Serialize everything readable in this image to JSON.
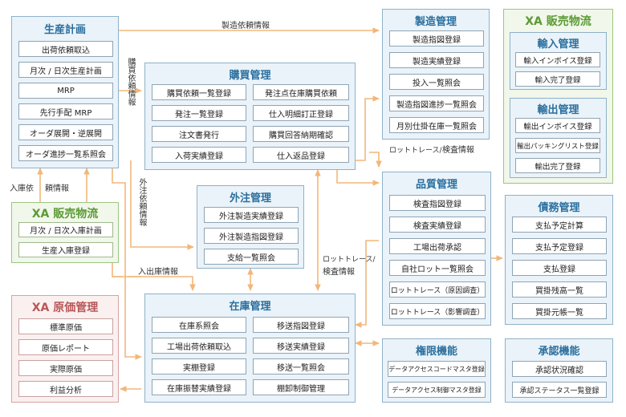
{
  "seisan": {
    "title": "生産計画",
    "items": [
      "出荷依頼取込",
      "月次 / 日次生産計画",
      "MRP",
      "先行手配 MRP",
      "オーダ展開・逆展開",
      "オーダ進捗一覧系照会"
    ]
  },
  "kobai": {
    "title": "購買管理",
    "left": [
      "購買依頼一覧登録",
      "発注一覧登録",
      "注文書発行",
      "入荷実績登録"
    ],
    "right": [
      "発注点在庫購買依頼",
      "仕入明細訂正登録",
      "購買回答納期確認",
      "仕入返品登録"
    ]
  },
  "seizo": {
    "title": "製造管理",
    "items": [
      "製造指図登録",
      "製造実績登録",
      "投入一覧照会",
      "製造指図進捗一覧照会",
      "月別仕掛在庫一覧照会"
    ]
  },
  "xa_sales": {
    "title": "XA 販売物流"
  },
  "yunyu": {
    "title": "輸入管理",
    "items": [
      "輸入インボイス登録",
      "輸入完了登録"
    ]
  },
  "yushutsu": {
    "title": "輸出管理",
    "items": [
      "輸出インボイス登録",
      "輸出パッキングリスト登録",
      "輸出完了登録"
    ]
  },
  "gaichu": {
    "title": "外注管理",
    "items": [
      "外注製造実績登録",
      "外注製造指図登録",
      "支給一覧照会"
    ]
  },
  "xa_butsuryu": {
    "title": "XA 販売物流",
    "items": [
      "月次 / 日次入庫計画",
      "生産入庫登録"
    ]
  },
  "hinshitsu": {
    "title": "品質管理",
    "items": [
      "検査指図登録",
      "検査実績登録",
      "工場出荷承認",
      "自社ロット一覧照会",
      "ロットトレース（原因調査）",
      "ロットトレース（影響調査）"
    ]
  },
  "saimu": {
    "title": "債務管理",
    "items": [
      "支払予定計算",
      "支払予定登録",
      "支払登録",
      "買掛残高一覧",
      "買掛元帳一覧"
    ]
  },
  "genka": {
    "title": "XA 原価管理",
    "items": [
      "標準原価",
      "原価レポート",
      "実際原価",
      "利益分析"
    ]
  },
  "zaiko": {
    "title": "在庫管理",
    "left": [
      "在庫系照会",
      "工場出荷依頼取込",
      "実棚登録",
      "在庫振替実績登録"
    ],
    "right": [
      "移送指図登録",
      "移送実績登録",
      "移送一覧照会",
      "棚卸制御管理"
    ]
  },
  "kengen": {
    "title": "権限機能",
    "items": [
      "データアクセスコードマスタ登録",
      "データアクセス制御マスタ登録"
    ]
  },
  "shonin": {
    "title": "承認機能",
    "items": [
      "承認状況確認",
      "承認ステータス一覧登録"
    ]
  },
  "labels": {
    "seizo_irai": "製造依頼情報",
    "kobai_irai": "購買依頼情報",
    "gaichu_irai": "外注依頼情報",
    "nyuko_irai_a": "入庫依",
    "nyuko_irai_b": "頼情報",
    "lot_kensa_a": "ロットトレース/",
    "lot_kensa_b": "検査情報",
    "lot_kensa2_a": "ロットトレース/",
    "lot_kensa2_b": "検査情報",
    "nyushukko": "入出庫情報"
  },
  "colors": {
    "line": "#f2b77a",
    "blue_border": "#8fb1c9",
    "green_border": "#9cc680",
    "red_border": "#d9a2a2"
  }
}
